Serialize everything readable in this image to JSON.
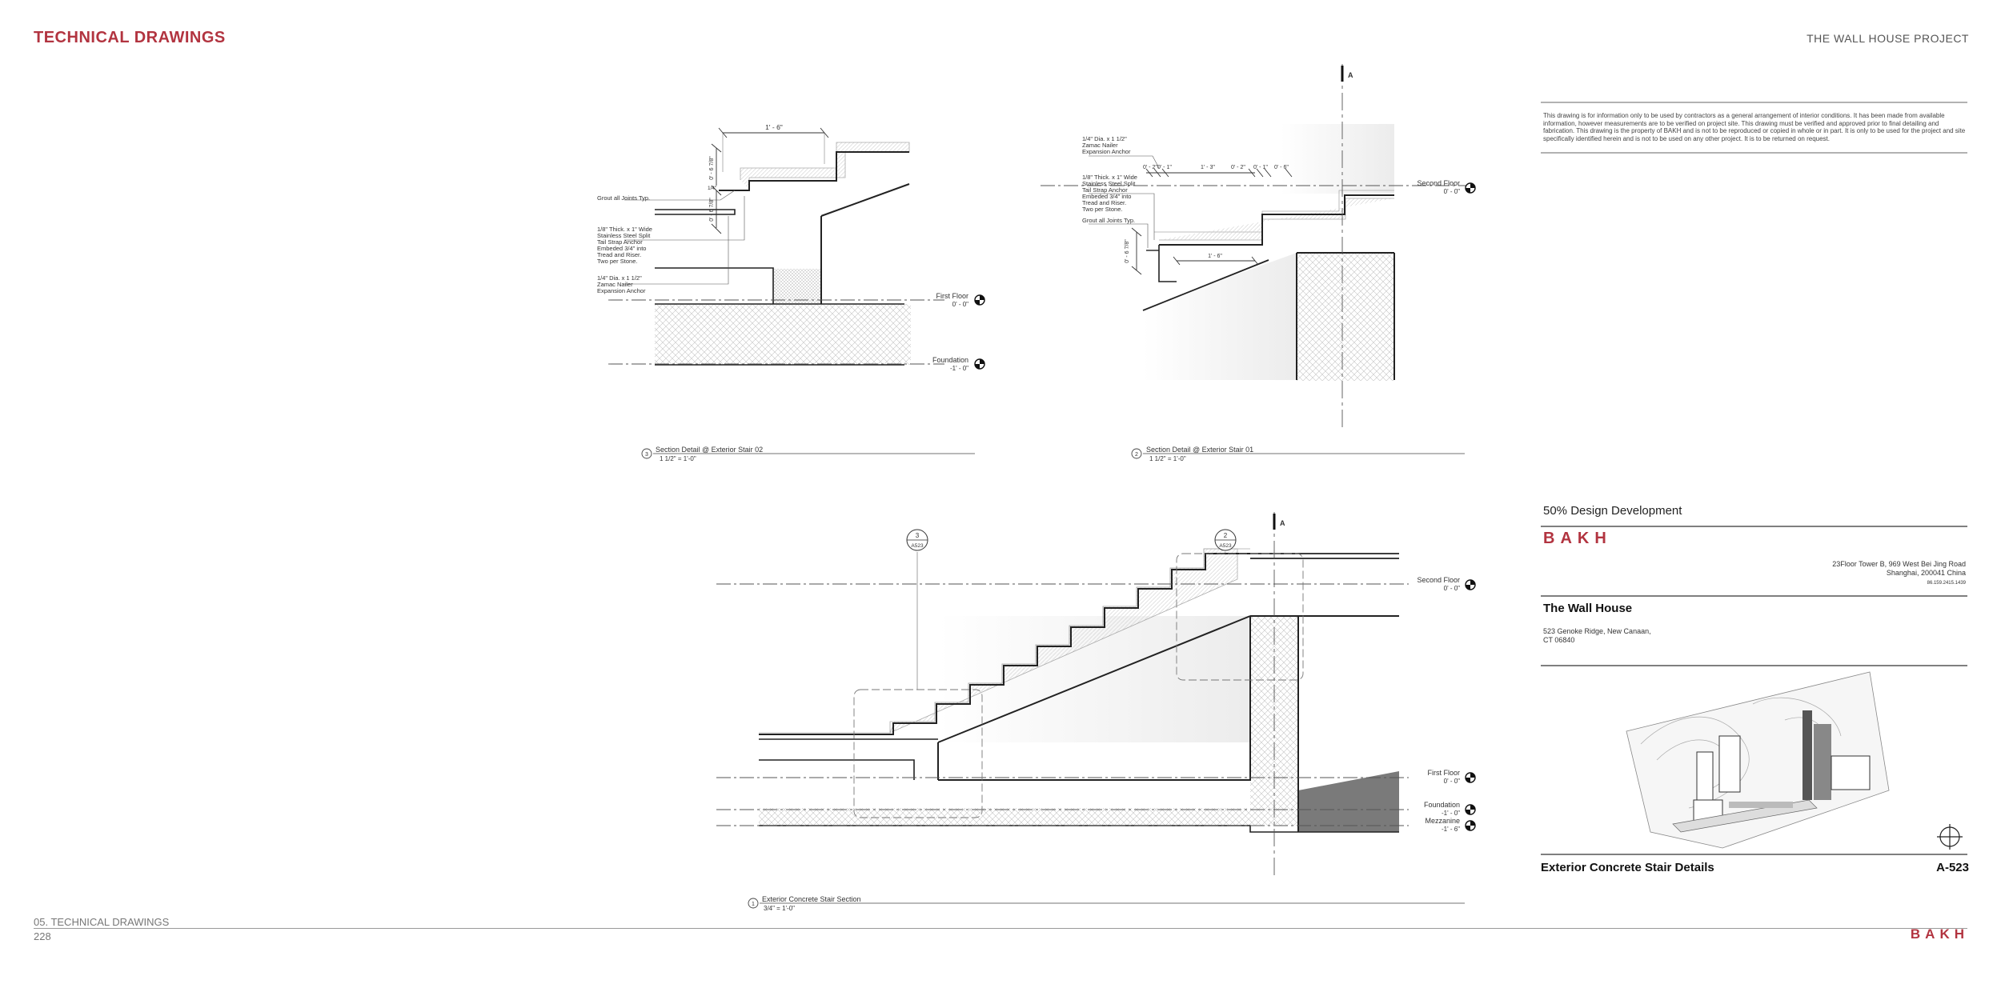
{
  "header": {
    "title": "TECHNICAL DRAWINGS",
    "project": "THE WALL HOUSE PROJECT"
  },
  "footer": {
    "section": "05. TECHNICAL DRAWINGS",
    "page": "228",
    "logo": "BAKH"
  },
  "details": {
    "stair02": {
      "number": "3",
      "title": "Section Detail @ Exterior Stair 02",
      "scale": "1 1/2\" = 1'-0\"",
      "dims": {
        "top": "1' - 6\"",
        "riser1": "0' - 6 7/8\"",
        "riser2": "0' - 6 7/8\"",
        "small": "1/4\""
      },
      "notes": {
        "grout": "Grout all Joints Typ.",
        "strap": [
          "1/8\" Thick. x 1\" Wide",
          "Stainless Steel Split",
          "Tail Strap Anchor",
          "Embeded 3/4\" into",
          "Tread and Riser.",
          "Two per Stone."
        ],
        "anchor": [
          "1/4\" Dia. x 1 1/2\"",
          "Zamac Nailer",
          "Expansion Anchor"
        ]
      },
      "levels": [
        {
          "name": "First Floor",
          "elev": "0' - 0\""
        },
        {
          "name": "Foundation",
          "elev": "-1' - 0\""
        }
      ]
    },
    "stair01": {
      "number": "2",
      "title": "Section Detail @ Exterior Stair 01",
      "scale": "1 1/2\" = 1'-0\"",
      "section_marker": "A",
      "dims": {
        "a": "0' - 2\"",
        "b": "0' - 1\"",
        "c": "1' - 3\"",
        "d": "0' - 2\"",
        "e": "0' - 1\"",
        "f": "0' - 6\"",
        "riser": "0' - 6 7/8\"",
        "tread": "1' - 6\""
      },
      "notes": {
        "anchor": [
          "1/4\" Dia. x 1 1/2\"",
          "Zamac Nailer",
          "Expansion Anchor"
        ],
        "strap": [
          "1/8\" Thick. x 1\" Wide",
          "Stainless Steel Split",
          "Tail Strap Anchor",
          "Embeded 3/4\" into",
          "Tread and Riser.",
          "Two per Stone."
        ],
        "grout": "Grout all Joints Typ."
      },
      "levels": [
        {
          "name": "Second Floor",
          "elev": "0' - 0\""
        }
      ]
    },
    "section": {
      "number": "1",
      "title": "Exterior Concrete Stair Section",
      "scale": "3/4\" = 1'-0\"",
      "section_marker": "A",
      "callouts": [
        {
          "num": "3",
          "sheet": "A523"
        },
        {
          "num": "2",
          "sheet": "A523"
        }
      ],
      "levels": [
        {
          "name": "Second Floor",
          "elev": "0' - 0\""
        },
        {
          "name": "First Floor",
          "elev": "0' - 0\""
        },
        {
          "name": "Foundation",
          "elev": "-1' - 0\""
        },
        {
          "name": "Mezzanine",
          "elev": "-1' - 6\""
        }
      ]
    }
  },
  "title_block": {
    "note": "This drawing is for information only to be used by contractors as a general arrangement of interior conditions. It has been made from available information, however measurements are to be verified on project site. This drawing must be verified and approved prior to final detailing and fabrication. This drawing is the property of BAKH and is not to be reproduced or copied in whole or in part. It is only to be used for the project and site specifically identified herein and is not to be used on any other project. It is to be returned on request.",
    "status": "50% Design Development",
    "logo": "BAKH",
    "address": [
      "23Floor Tower B, 969 West Bei Jing Road",
      "Shanghai, 200041 China"
    ],
    "tel": "86.159.2415.1439",
    "project": "The Wall House",
    "site": [
      "523 Genoke Ridge, New Canaan,",
      "CT 06840"
    ],
    "sheet_title": "Exterior Concrete Stair Details",
    "sheet_number": "A-523"
  }
}
